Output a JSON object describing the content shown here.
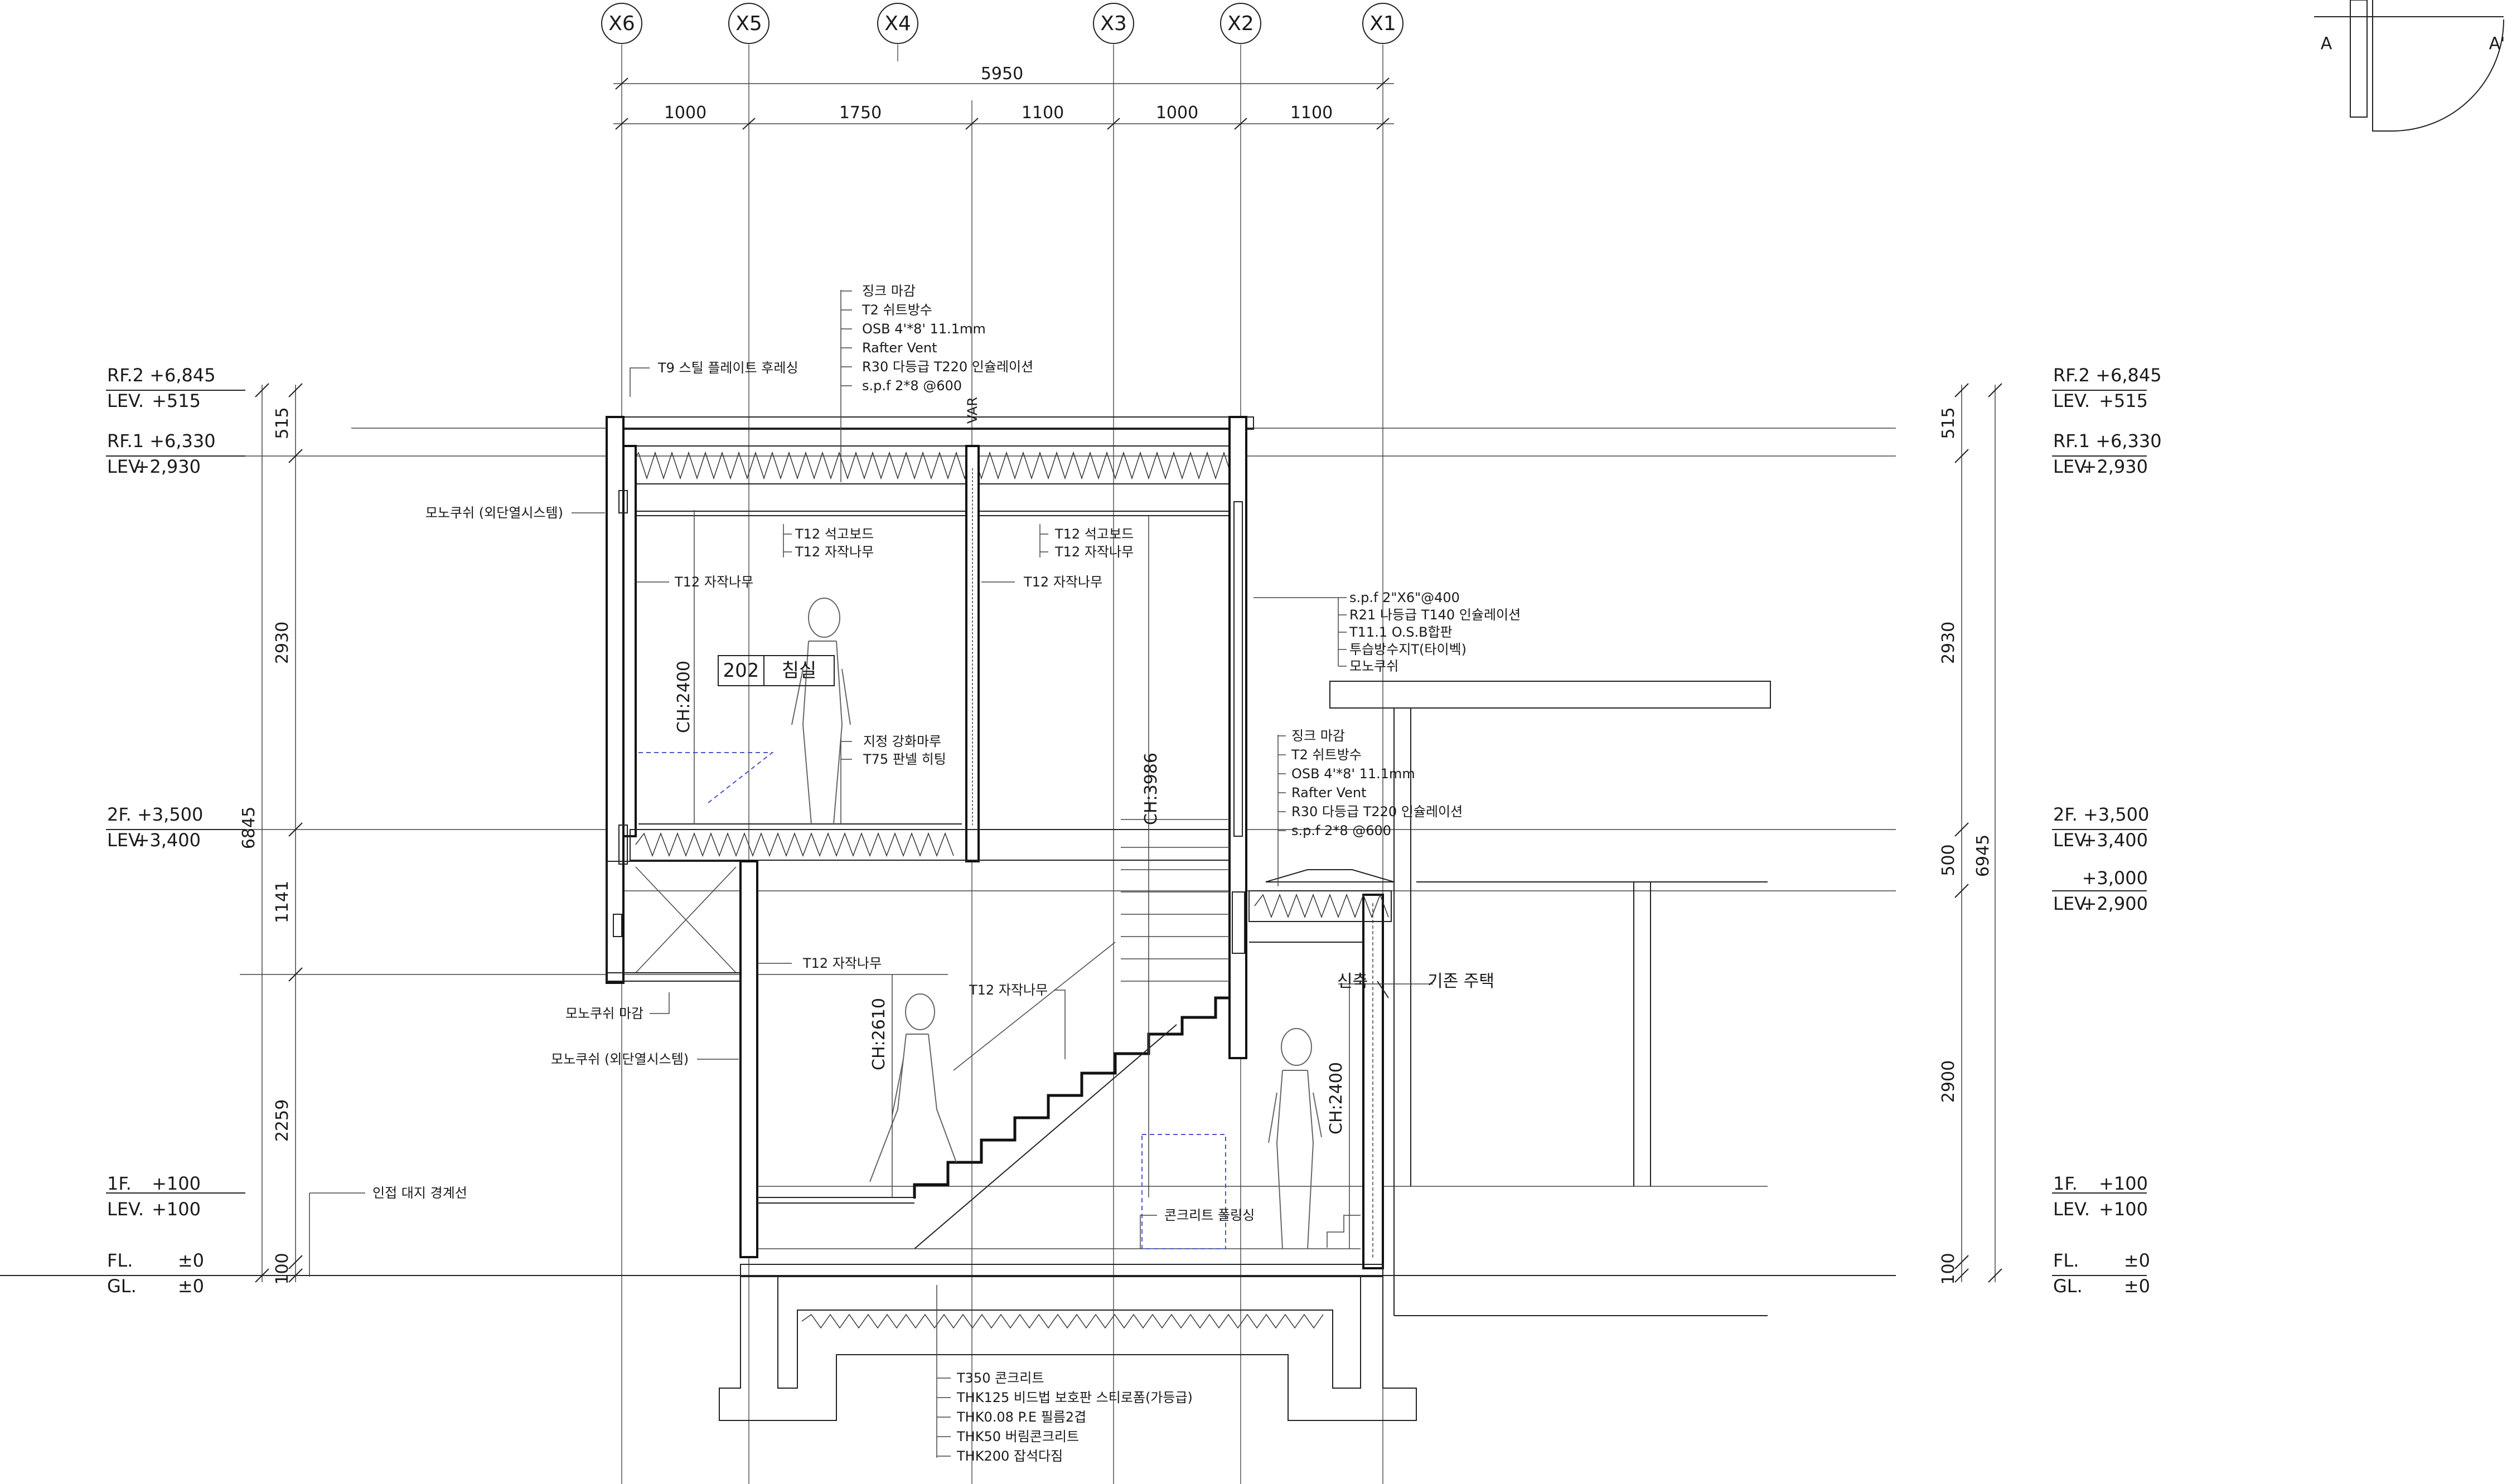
{
  "grid_labels": [
    "X6",
    "X5",
    "X4",
    "X3",
    "X2",
    "X1"
  ],
  "dims_top": {
    "total": "5950",
    "segments": [
      "1000",
      "1750",
      "1100",
      "1000",
      "1100"
    ]
  },
  "key_plan": {
    "left": "A",
    "right": "A'"
  },
  "levels_left": [
    {
      "top": "RF.2 +6,845",
      "bottom_label": "LEV.",
      "bottom_value": "+515"
    },
    {
      "top": "RF.1 +6,330",
      "bottom_label": "LEV.",
      "bottom_value": "+2,930"
    },
    {
      "top": "2F.   +3,500",
      "bottom_label": "LEV.",
      "bottom_value": "+3,400"
    },
    {
      "top_label": "1F.",
      "top_value": "+100",
      "bottom_label": "LEV.",
      "bottom_value": "+100"
    },
    {
      "top_label": "FL.",
      "top_value": "±0",
      "bottom_label": "GL.",
      "bottom_value": "±0"
    }
  ],
  "levels_right": [
    {
      "top": "RF.2 +6,845",
      "bottom_label": "LEV.",
      "bottom_value": "+515"
    },
    {
      "top": "RF.1 +6,330",
      "bottom_label": "LEV.",
      "bottom_value": "+2,930"
    },
    {
      "top": "2F.   +3,500",
      "bottom_label": "LEV.",
      "bottom_value": "+3,400"
    },
    {
      "top": "+3,000",
      "bottom_label": "LEV.",
      "bottom_value": "+2,900"
    },
    {
      "top_label": "1F.",
      "top_value": "+100",
      "bottom_label": "LEV.",
      "bottom_value": "+100"
    },
    {
      "top_label": "FL.",
      "top_value": "±0",
      "bottom_label": "GL.",
      "bottom_value": "±0"
    }
  ],
  "dims_left": {
    "total": "6845",
    "segments": [
      "515",
      "2930",
      "1141",
      "2259",
      "100"
    ]
  },
  "dims_right": {
    "total": "6945",
    "segments": [
      "515",
      "2930",
      "500",
      "2900",
      "100"
    ]
  },
  "roof_note": [
    "징크 마감",
    "T2 쉬트방수",
    "OSB 4'*8' 11.1mm",
    "Rafter Vent",
    "R30 다등급 T220 인슐레이션",
    "s.p.f 2*8 @600"
  ],
  "roof_side_note": [
    "징크 마감",
    "T2 쉬트방수",
    "OSB 4'*8' 11.1mm",
    "Rafter Vent",
    "R30 다등급 T220 인슐레이션",
    "s.p.f 2*8 @600"
  ],
  "wall_note": [
    "s.p.f 2\"X6\"@400",
    "R21 나등급 T140 인슐레이션",
    "T11.1 O.S.B합판",
    "투습방수지T(타이벡)",
    "모노쿠쉬"
  ],
  "foundation_note": [
    "T350 콘크리트",
    "THK125 비드법 보호판 스티로폼(가등급)",
    "THK0.08 P.E 필름2겹",
    "THK50 버림콘크리트",
    "THK200 잡석다짐"
  ],
  "labels": {
    "fascia": "T9 스틸 플레이트 후레싱",
    "var": "VAR",
    "mono_ext": "모노쿠쉬 (외단열시스템)",
    "ceil_a1": "T12 석고보드",
    "ceil_a2": "T12 자작나무",
    "ceil_b1": "T12 석고보드",
    "ceil_b2": "T12 자작나무",
    "wood_left": "T12 자작나무",
    "wood_mid": "T12 자작나무",
    "ch_2400_top": "CH:2400",
    "room_no": "202",
    "room_name": "침실",
    "floor1": "지정 강화마루",
    "floor2": "T75 판넬 히팅",
    "ch_3986": "CH:3986",
    "wood_1f": "T12 자작나무",
    "wood_stair": "T12 자작나무",
    "mono_finish": "모노쿠쉬 마감",
    "mono_ext2": "모노쿠쉬 (외단열시스템)",
    "ch_2610": "CH:2610",
    "ch_2400_bottom": "CH:2400",
    "boundary": "인접 대지 경계선",
    "new_build": "신축",
    "existing": "기존 주택",
    "concrete_floor": "콘크리트 폴링싱"
  }
}
